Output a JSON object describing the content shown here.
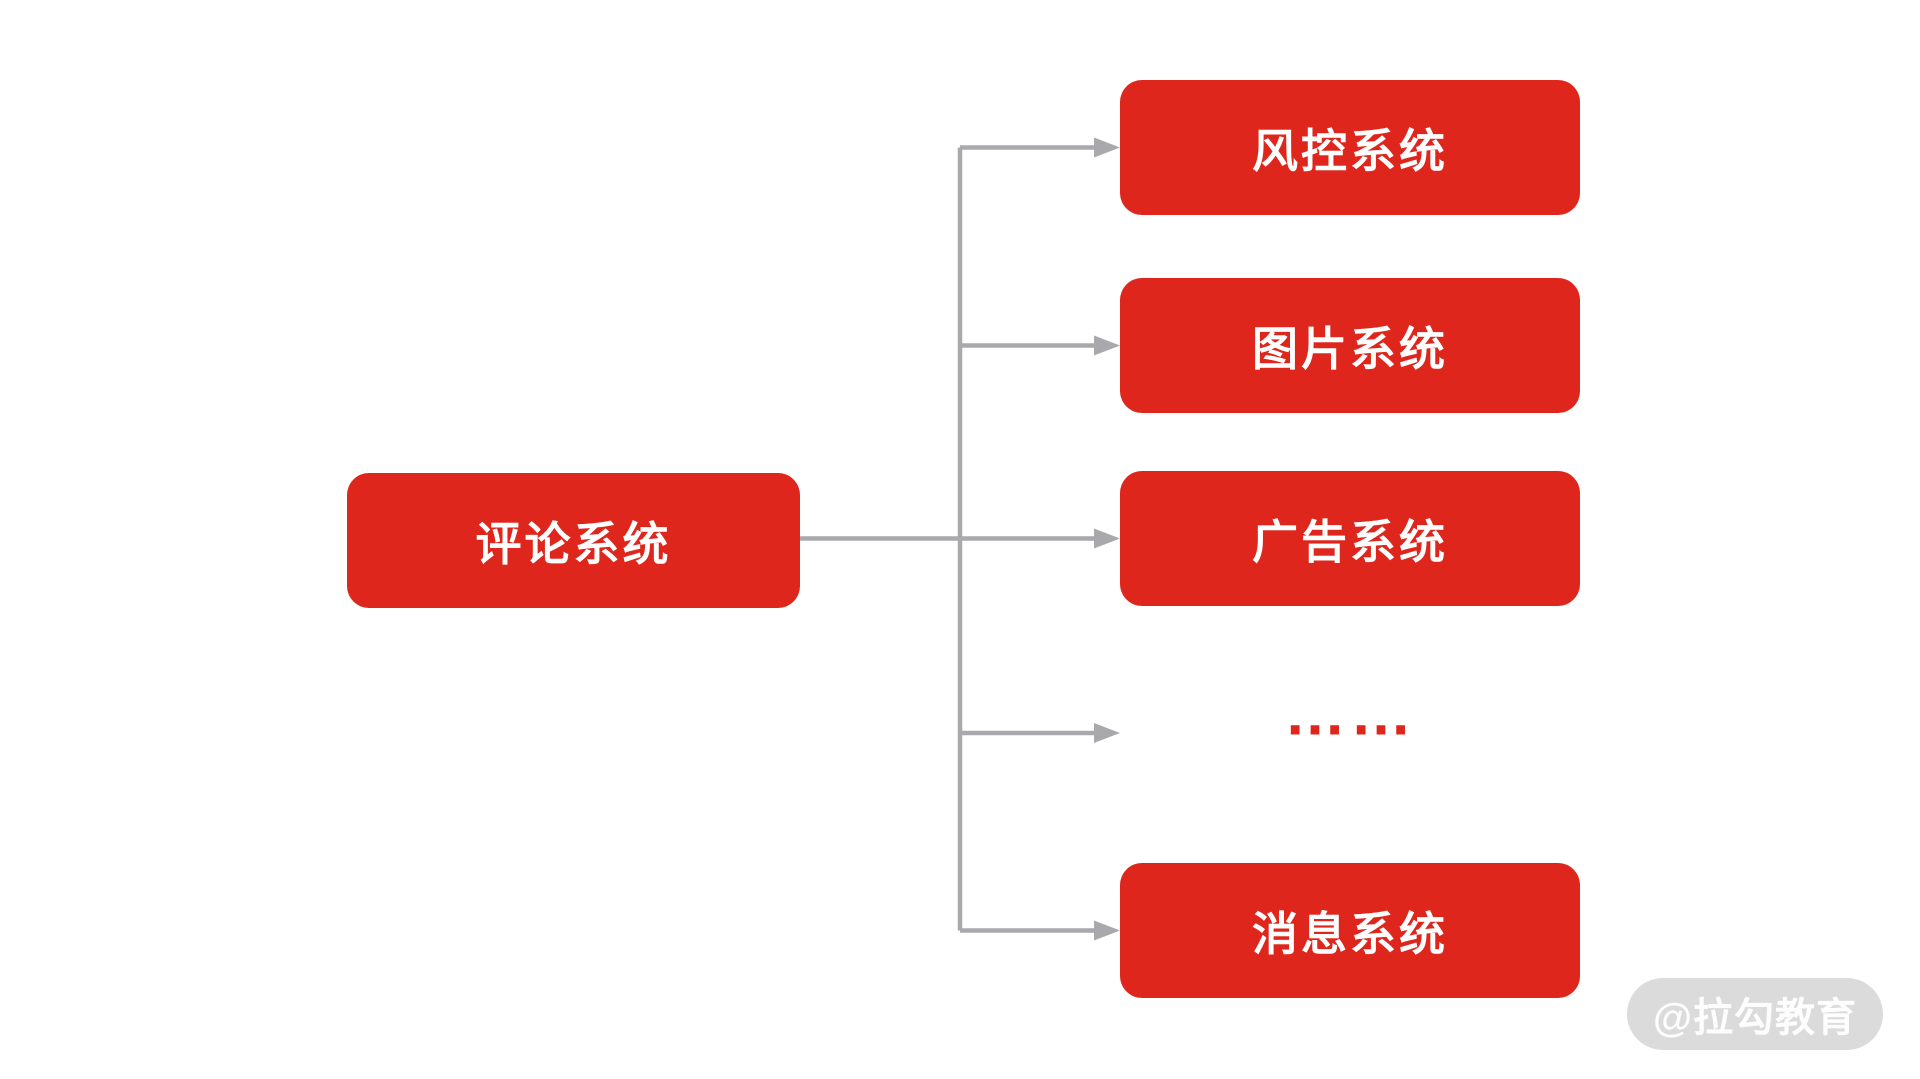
{
  "diagram": {
    "source": {
      "label": "评论系统"
    },
    "targets": [
      {
        "label": "风控系统"
      },
      {
        "label": "图片系统"
      },
      {
        "label": "广告系统"
      },
      {
        "label": "……"
      },
      {
        "label": "消息系统"
      }
    ]
  },
  "watermark": {
    "label": "@拉勾教育"
  },
  "colors": {
    "node_red": "#DF261C",
    "node_text": "#FFFFFF",
    "connector_gray": "#A9A9AD",
    "ellipsis_red": "#DF261C",
    "watermark_bg": "#DBDBDB",
    "watermark_text": "#FFFFFF",
    "background": "#FFFFFF"
  }
}
